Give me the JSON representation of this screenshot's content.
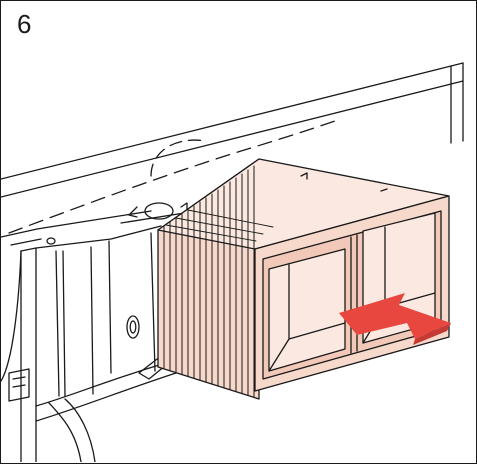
{
  "figure": {
    "step_number": "6",
    "colors": {
      "line": "#1a1a1a",
      "filter_fill": "#f7d9cc",
      "filter_dark": "#c98f7d",
      "arrow": "#e8473f",
      "background": "#ffffff"
    },
    "icons": [
      "device-housing",
      "filter-cartridge",
      "insert-arrow",
      "lock-knob",
      "release-latch"
    ]
  }
}
